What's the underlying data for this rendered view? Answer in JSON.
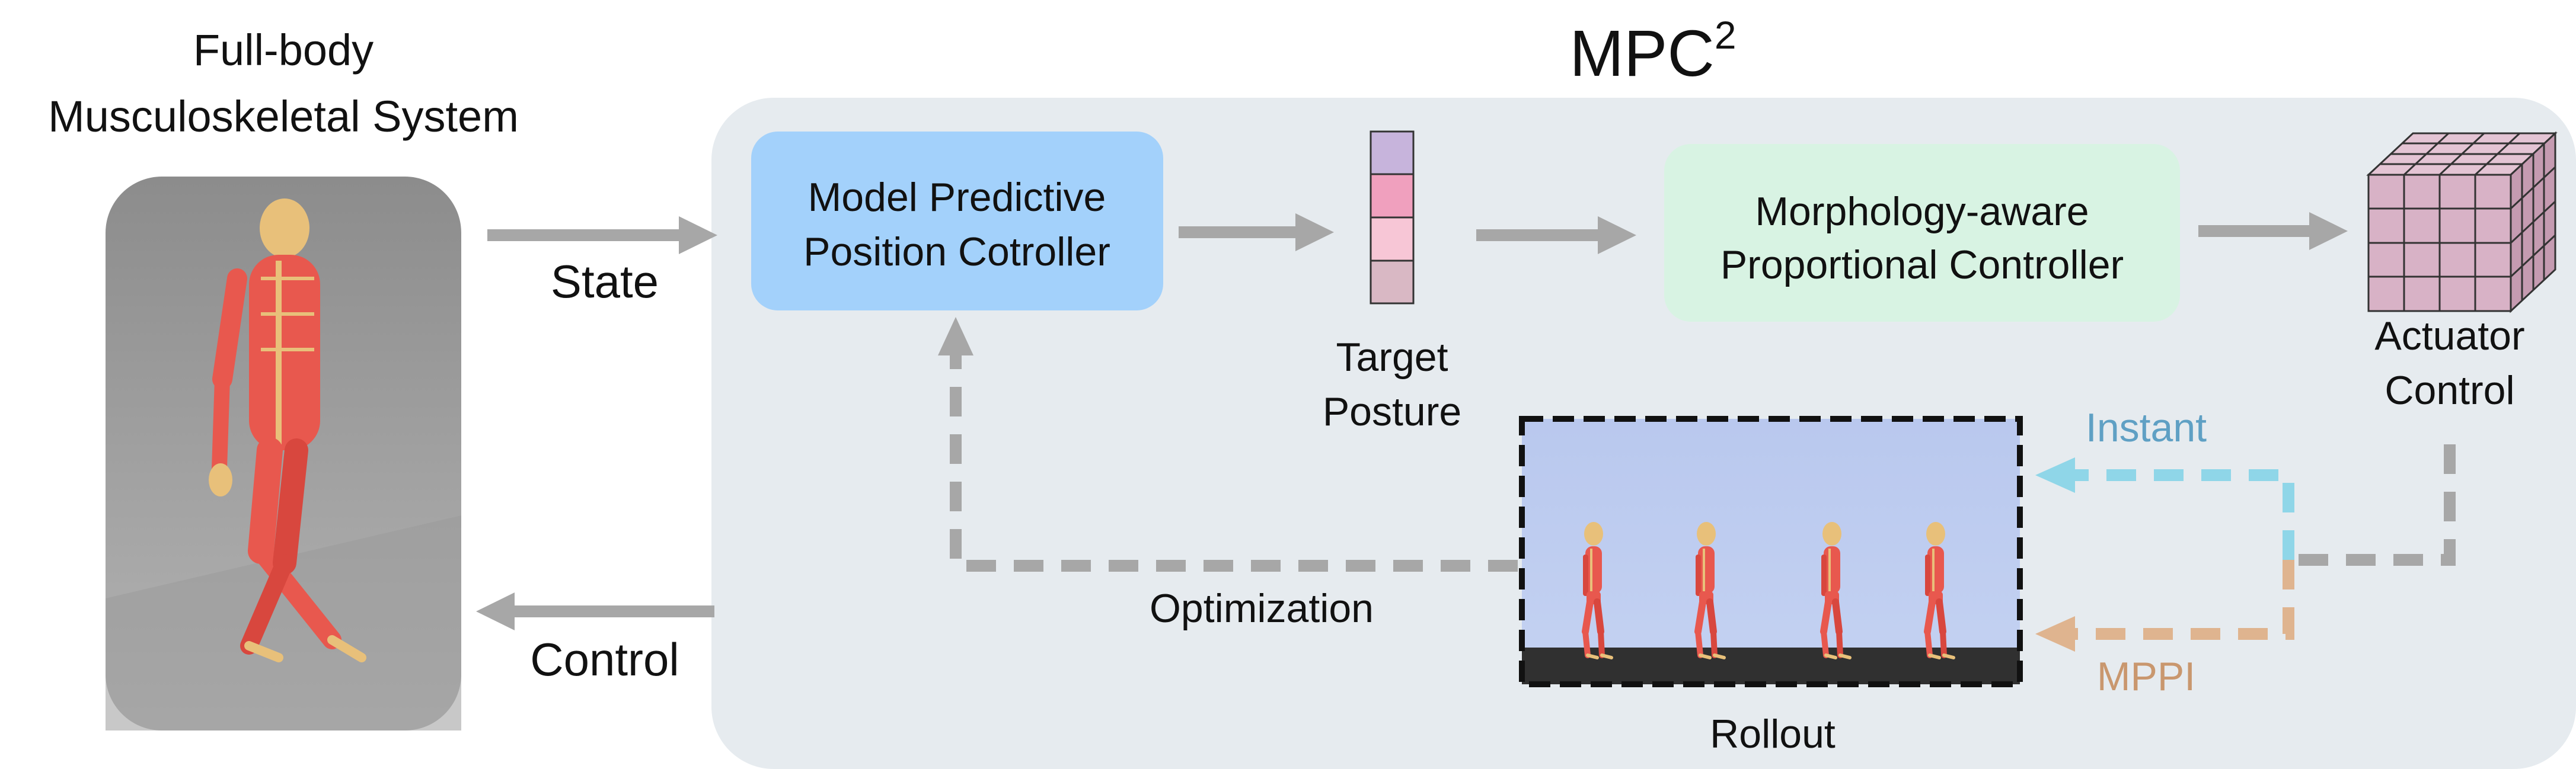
{
  "left_panel": {
    "title_line1": "Full-body",
    "title_line2": "Musculoskeletal System"
  },
  "framework": {
    "title": "MPC",
    "title_superscript": "2"
  },
  "labels": {
    "state": "State",
    "control": "Control",
    "target_line1": "Target",
    "target_line2": "Posture",
    "actuator_line1": "Actuator",
    "actuator_line2": "Control",
    "optimization": "Optimization",
    "rollout": "Rollout",
    "instant": "Instant",
    "mppi": "MPPI"
  },
  "blocks": {
    "mpc_line1": "Model Predictive",
    "mpc_line2": "Position Cotroller",
    "pd_line1": "Morphology-aware",
    "pd_line2": "Proportional Controller"
  },
  "colors": {
    "panel_bg": "#e6ebef",
    "mpc_block": "#a3d1fb",
    "pd_block": "#d8f3e3",
    "arrow_gray": "#a7a7a7",
    "instant": "#8fd6e8",
    "instant_text": "#5fa0c4",
    "mppi": "#dfb48f",
    "mppi_text": "#c9976e",
    "posture_cells": [
      "#c7b4dc",
      "#f0a0be",
      "#f7c6d6",
      "#d9b8c4"
    ],
    "cube": "#d8b2c6",
    "muscle": "#e8584e",
    "bone": "#e8c07a"
  }
}
